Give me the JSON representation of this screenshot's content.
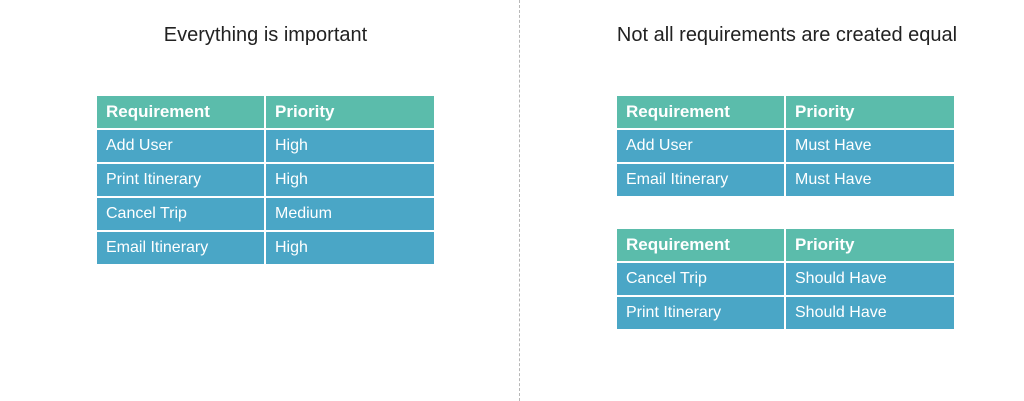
{
  "left": {
    "heading": "Everything is important",
    "table": {
      "headers": [
        "Requirement",
        "Priority"
      ],
      "rows": [
        [
          "Add User",
          "High"
        ],
        [
          "Print Itinerary",
          "High"
        ],
        [
          "Cancel Trip",
          "Medium"
        ],
        [
          "Email Itinerary",
          "High"
        ]
      ]
    }
  },
  "right": {
    "heading": "Not all requirements are created equal",
    "tables": [
      {
        "headers": [
          "Requirement",
          "Priority"
        ],
        "rows": [
          [
            "Add User",
            "Must Have"
          ],
          [
            "Email Itinerary",
            "Must Have"
          ]
        ]
      },
      {
        "headers": [
          "Requirement",
          "Priority"
        ],
        "rows": [
          [
            "Cancel Trip",
            "Should Have"
          ],
          [
            "Print Itinerary",
            "Should Have"
          ]
        ]
      }
    ]
  },
  "colors": {
    "header": "#5bbcab",
    "cell": "#4aa6c6",
    "divider": "#b8b8b8"
  }
}
